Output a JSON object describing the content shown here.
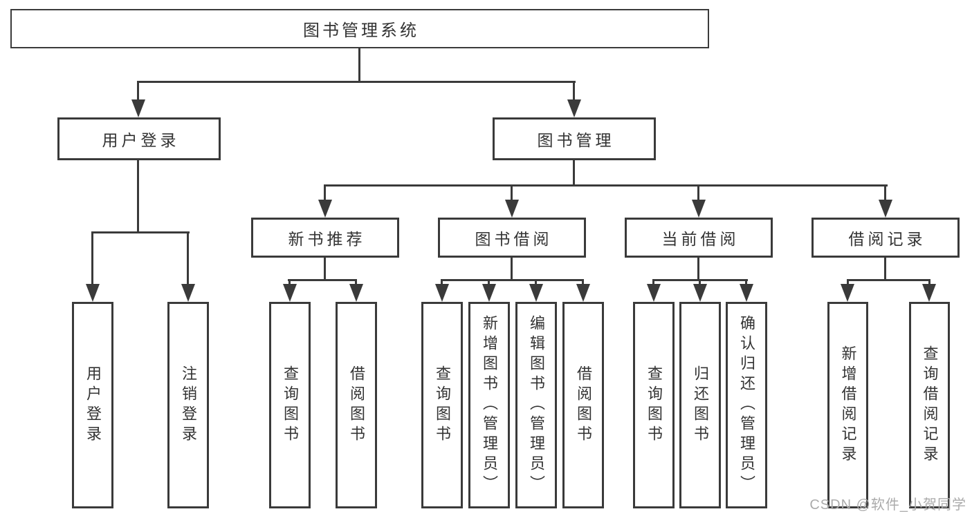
{
  "diagram_title": "图书管理系统",
  "tree": {
    "label": "图书管理系统",
    "children": [
      {
        "label": "用户登录",
        "children": [
          {
            "label": "用户登录"
          },
          {
            "label": "注销登录"
          }
        ]
      },
      {
        "label": "图书管理",
        "children": [
          {
            "label": "新书推荐",
            "children": [
              {
                "label": "查询图书"
              },
              {
                "label": "借阅图书"
              }
            ]
          },
          {
            "label": "图书借阅",
            "children": [
              {
                "label": "查询图书"
              },
              {
                "label": "新增图书（管理员）"
              },
              {
                "label": "编辑图书（管理员）"
              },
              {
                "label": "借阅图书"
              }
            ]
          },
          {
            "label": "当前借阅",
            "children": [
              {
                "label": "查询图书"
              },
              {
                "label": "归还图书"
              },
              {
                "label": "确认归还（管理员）"
              }
            ]
          },
          {
            "label": "借阅记录",
            "children": [
              {
                "label": "新增借阅记录"
              },
              {
                "label": "查询借阅记录"
              }
            ]
          }
        ]
      }
    ]
  },
  "watermark": {
    "text": "CSDN @软件_小贺同学"
  },
  "colors": {
    "line": "#3a3a3a",
    "text": "#333333",
    "background": "#ffffff",
    "watermark": "#ababab"
  }
}
